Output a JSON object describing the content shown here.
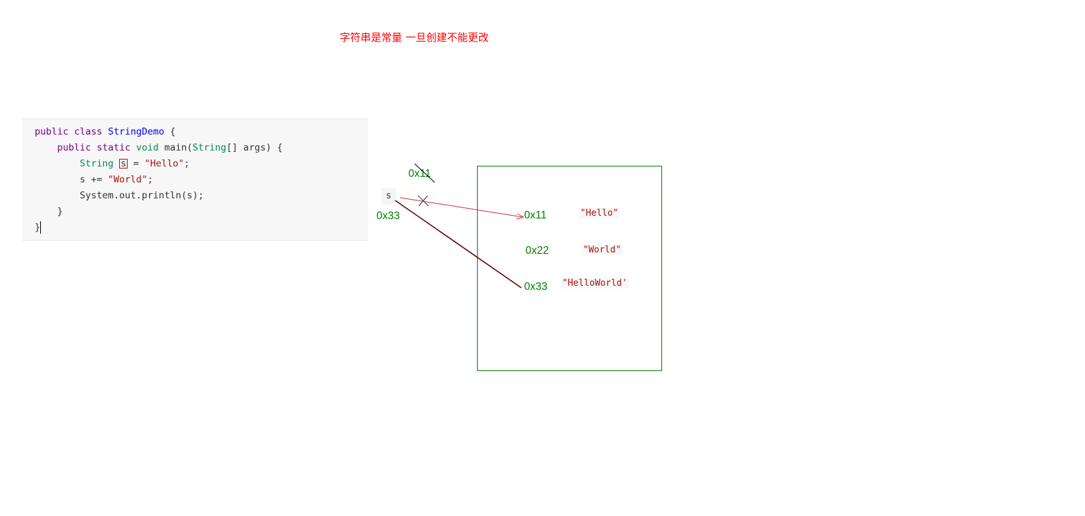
{
  "note": "字符串是常量 一旦创建不能更改",
  "code": {
    "line1": {
      "kw1": "public",
      "kw2": "class",
      "cls": "StringDemo",
      "rest": " {"
    },
    "line2": {
      "kw1": "public",
      "kw2": "static",
      "typ": "void",
      "rest": " main(",
      "typ2": "String",
      "rest2": "[] args) {"
    },
    "line3": {
      "typ": "String",
      "var": "s",
      "eq": " = ",
      "str": "\"Hello\"",
      "end": ";"
    },
    "line4": {
      "lhs": "s += ",
      "str": "\"World\"",
      "end": ";"
    },
    "line5": {
      "text": "System.out.println(s);"
    },
    "line6": {
      "text": "}"
    },
    "line7": {
      "text": "}"
    }
  },
  "variable": {
    "name": "s"
  },
  "old_address": "0x11",
  "new_address": "0x33",
  "memory": [
    {
      "address": "0x11",
      "value": "\"Hello\""
    },
    {
      "address": "0x22",
      "value": "\"World\""
    },
    {
      "address": "0x33",
      "value": "\"HelloWorld'"
    }
  ],
  "colors": {
    "note": "#ff0000",
    "address": "#008000",
    "string": "#aa1111",
    "arrow_old": "#cc3333",
    "arrow_new": "#6b0000",
    "memory_border": "#008000"
  }
}
